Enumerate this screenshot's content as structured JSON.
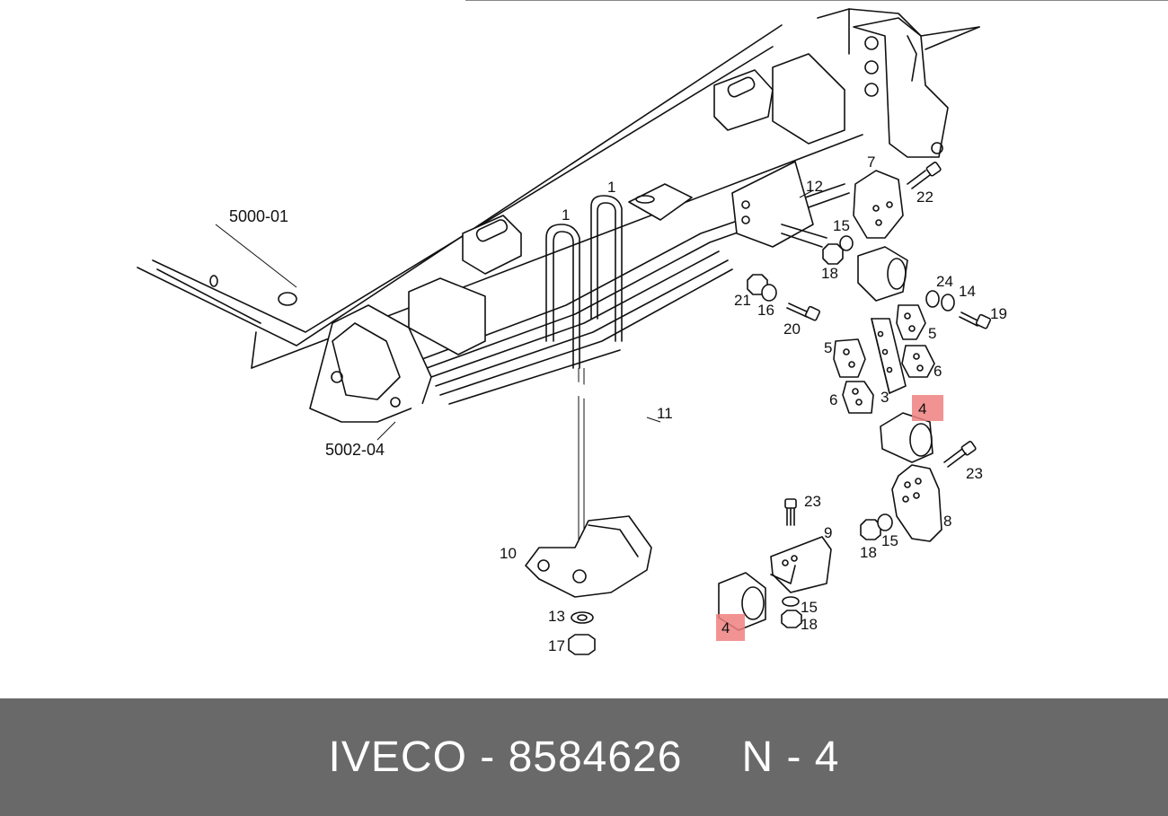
{
  "diagram": {
    "reference_labels": {
      "frame": "5000-01",
      "stabilizer": "5002-04"
    },
    "part_labels": [
      {
        "id": "1",
        "text": "1"
      },
      {
        "id": "1b",
        "text": "1"
      },
      {
        "id": "12",
        "text": "12"
      },
      {
        "id": "7",
        "text": "7"
      },
      {
        "id": "22",
        "text": "22"
      },
      {
        "id": "15",
        "text": "15"
      },
      {
        "id": "18",
        "text": "18"
      },
      {
        "id": "21",
        "text": "21"
      },
      {
        "id": "16",
        "text": "16"
      },
      {
        "id": "20",
        "text": "20"
      },
      {
        "id": "24",
        "text": "24"
      },
      {
        "id": "14",
        "text": "14"
      },
      {
        "id": "19",
        "text": "19"
      },
      {
        "id": "5",
        "text": "5"
      },
      {
        "id": "5b",
        "text": "5"
      },
      {
        "id": "6",
        "text": "6"
      },
      {
        "id": "6b",
        "text": "6"
      },
      {
        "id": "3",
        "text": "3"
      },
      {
        "id": "4",
        "text": "4"
      },
      {
        "id": "4b",
        "text": "4"
      },
      {
        "id": "11",
        "text": "11"
      },
      {
        "id": "23",
        "text": "23"
      },
      {
        "id": "23b",
        "text": "23"
      },
      {
        "id": "9",
        "text": "9"
      },
      {
        "id": "8",
        "text": "8"
      },
      {
        "id": "18b",
        "text": "18"
      },
      {
        "id": "15b",
        "text": "15"
      },
      {
        "id": "15c",
        "text": "15"
      },
      {
        "id": "18c",
        "text": "18"
      },
      {
        "id": "10",
        "text": "10"
      },
      {
        "id": "13",
        "text": "13"
      },
      {
        "id": "17",
        "text": "17"
      }
    ],
    "highlight_color": "#f08080"
  },
  "caption": {
    "brand_part": "IVECO - 8584626",
    "position": "N - 4"
  },
  "colors": {
    "caption_background": "#696969",
    "caption_text": "#ffffff",
    "diagram_background": "#ffffff"
  }
}
